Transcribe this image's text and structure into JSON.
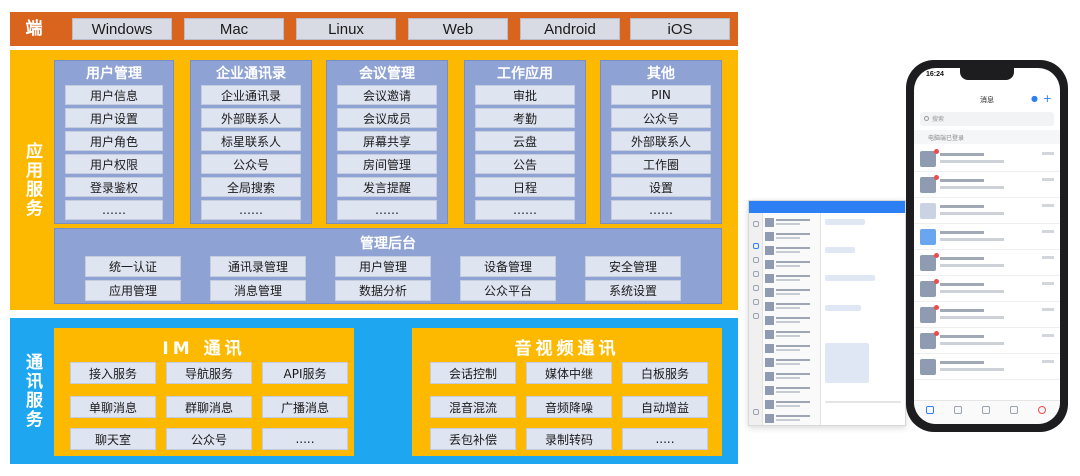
{
  "platform": {
    "label": "端",
    "items": [
      "Windows",
      "Mac",
      "Linux",
      "Web",
      "Android",
      "iOS"
    ]
  },
  "apps": {
    "label": "应用服务",
    "modules": [
      {
        "title": "用户管理",
        "items": [
          "用户信息",
          "用户设置",
          "用户角色",
          "用户权限",
          "登录鉴权",
          "……"
        ]
      },
      {
        "title": "企业通讯录",
        "items": [
          "企业通讯录",
          "外部联系人",
          "标星联系人",
          "公众号",
          "全局搜索",
          "……"
        ]
      },
      {
        "title": "会议管理",
        "items": [
          "会议邀请",
          "会议成员",
          "屏幕共享",
          "房间管理",
          "发言提醒",
          "……"
        ]
      },
      {
        "title": "工作应用",
        "items": [
          "审批",
          "考勤",
          "云盘",
          "公告",
          "日程",
          "……"
        ]
      },
      {
        "title": "其他",
        "items": [
          "PIN",
          "公众号",
          "外部联系人",
          "工作圈",
          "设置",
          "……"
        ]
      }
    ],
    "admin": {
      "title": "管理后台",
      "row1": [
        "统一认证",
        "通讯录管理",
        "用户管理",
        "设备管理",
        "安全管理"
      ],
      "row2": [
        "应用管理",
        "消息管理",
        "数据分析",
        "公众平台",
        "系统设置"
      ]
    }
  },
  "comm": {
    "label": "通讯服务",
    "im": {
      "title": "IM 通讯",
      "items": [
        "接入服务",
        "导航服务",
        "API服务",
        "单聊消息",
        "群聊消息",
        "广播消息",
        "聊天室",
        "公众号",
        "....."
      ]
    },
    "av": {
      "title": "音视频通讯",
      "items": [
        "会话控制",
        "媒体中继",
        "白板服务",
        "混音混流",
        "音频降噪",
        "自动增益",
        "丢包补偿",
        "录制转码",
        "....."
      ]
    }
  },
  "phone": {
    "time": "16:24",
    "title": "消息",
    "search_placeholder": "搜索",
    "login_notice": "电脑端已登录"
  },
  "colors": {
    "platform_band": "#d9641e",
    "apps_band": "#fcb900",
    "comm_band": "#1ea7f0",
    "module_bg": "#8fa2d4",
    "item_bg": "#dfe4f1"
  }
}
